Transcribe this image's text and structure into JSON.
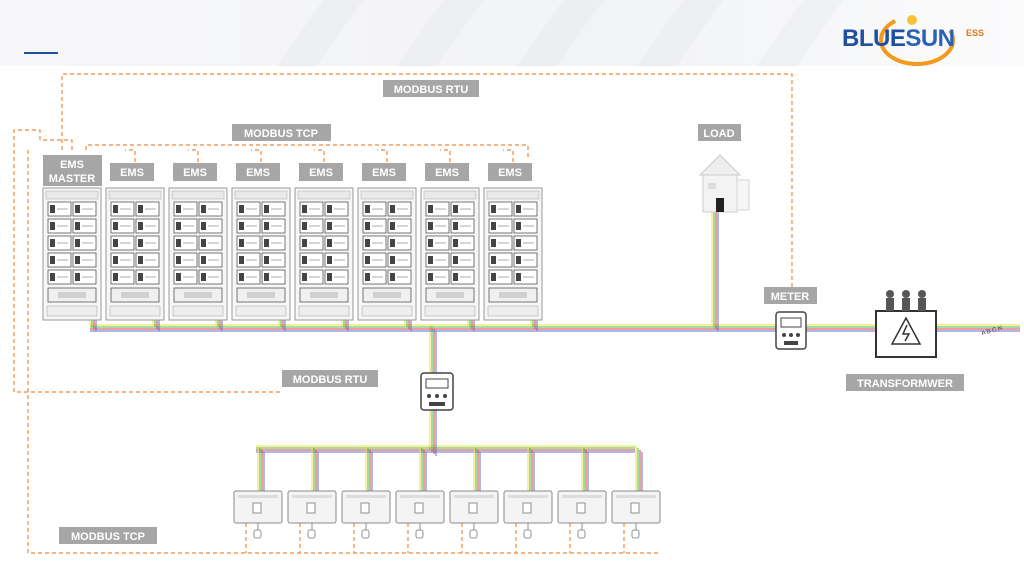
{
  "brand": {
    "logo_text_blue": "BLUE",
    "logo_text_sun": "SUN",
    "logo_suffix": "ESS"
  },
  "labels": {
    "modbus_rtu_top": "MODBUS RTU",
    "modbus_tcp_top": "MODBUS TCP",
    "modbus_rtu_mid": "MODBUS RTU",
    "modbus_tcp_bottom": "MODBUS TCP",
    "ems_master_line1": "EMS",
    "ems_master_line2": "MASTER",
    "ems": "EMS",
    "load": "LOAD",
    "meter": "METER",
    "transformer": "TRANSFORMWER",
    "phases": "A B C N"
  },
  "counts": {
    "battery_cabinets": 8,
    "inverters": 8
  },
  "colors": {
    "label_bg": "#a6a6a6",
    "modbus_dash": "#ef8a3a",
    "wire_yellow": "#f0dc3c",
    "wire_green": "#3cbf4a",
    "wire_red": "#e23b3b",
    "wire_blue": "#5a6fd6",
    "logo_blue": "#1f4fa0",
    "logo_orange": "#f29a1e"
  }
}
